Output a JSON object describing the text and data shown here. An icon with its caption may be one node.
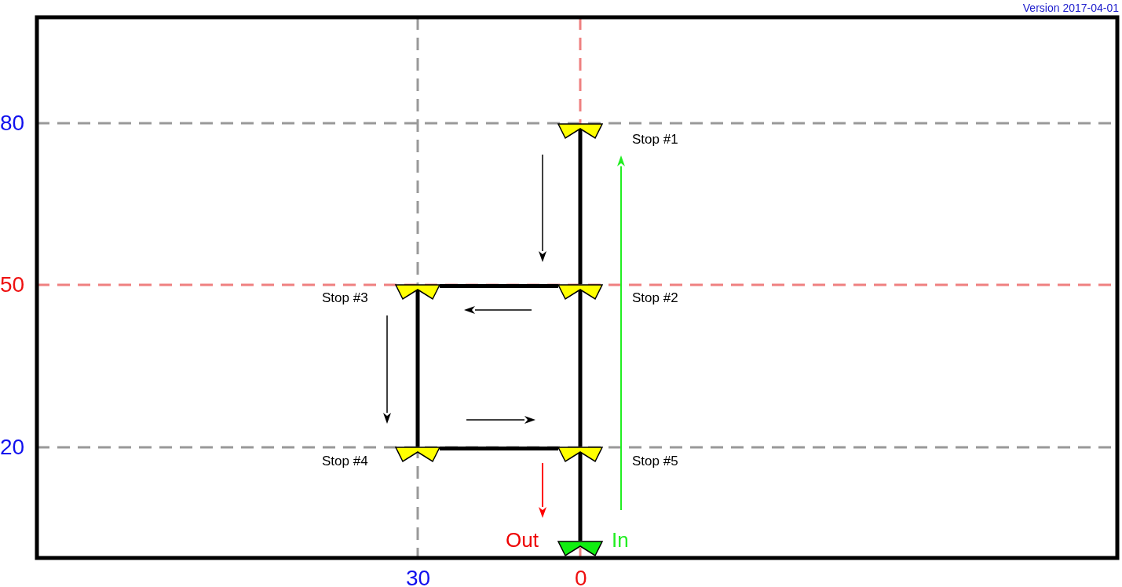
{
  "diagram": {
    "nodes": [
      {
        "text": [],
        "shape": "trapezoid",
        "beside": [
          "Stop #1"
        ]
      },
      {
        "text": [],
        "shape": "trapezoid",
        "beside": [
          "Stop #3"
        ]
      },
      {
        "text": [],
        "shape": "trapezoid",
        "beside": [
          "Stop #2"
        ]
      },
      {
        "text": [],
        "shape": "trapezoid",
        "beside": [
          "Stop #4"
        ]
      },
      {
        "text": [],
        "shape": "trapezoid",
        "beside": [
          "Stop #5"
        ]
      },
      {
        "text": [],
        "shape": "trapezoid",
        "beside": [
          "Out",
          "In"
        ]
      }
    ],
    "edges": [
      {
        "from": 0,
        "to": 2,
        "arrow": "none"
      },
      {
        "from": 2,
        "to": 1,
        "arrow": "none"
      },
      {
        "from": 1,
        "to": 3,
        "arrow": "none"
      },
      {
        "from": 3,
        "to": 4,
        "arrow": "none"
      },
      {
        "from": 2,
        "to": 4,
        "arrow": "none"
      },
      {
        "from": 4,
        "to": 5,
        "arrow": "none"
      }
    ],
    "labels": [
      "Version 2017-04-01",
      "80",
      "50",
      "20",
      "30",
      "0"
    ]
  }
}
